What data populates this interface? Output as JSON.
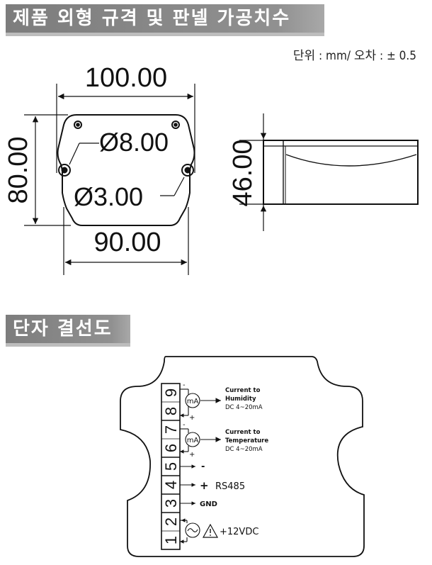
{
  "sections": {
    "dimensions_title": "제품 외형 규격 및 판넬 가공치수",
    "wiring_title": "단자 결선도"
  },
  "unit_note": "단위 : mm/ 오차 : ± 0.5",
  "dimensions": {
    "width_outer": "100.00",
    "width_inner": "90.00",
    "height": "80.00",
    "depth": "46.00",
    "hole_large": "Ø8.00",
    "hole_small": "Ø3.00"
  },
  "terminals": [
    "1",
    "2",
    "3",
    "4",
    "5",
    "6",
    "7",
    "8",
    "9"
  ],
  "meter_label": "mA",
  "outputs": {
    "humidity": {
      "line1": "Current to",
      "line2": "Humidity",
      "line3": "DC 4~20mA"
    },
    "temperature": {
      "line1": "Current to",
      "line2": "Temperature",
      "line3": "DC 4~20mA"
    }
  },
  "labels": {
    "minus": "-",
    "plus": "+",
    "rs485": "RS485",
    "gnd": "GND",
    "power": "+12VDC"
  }
}
